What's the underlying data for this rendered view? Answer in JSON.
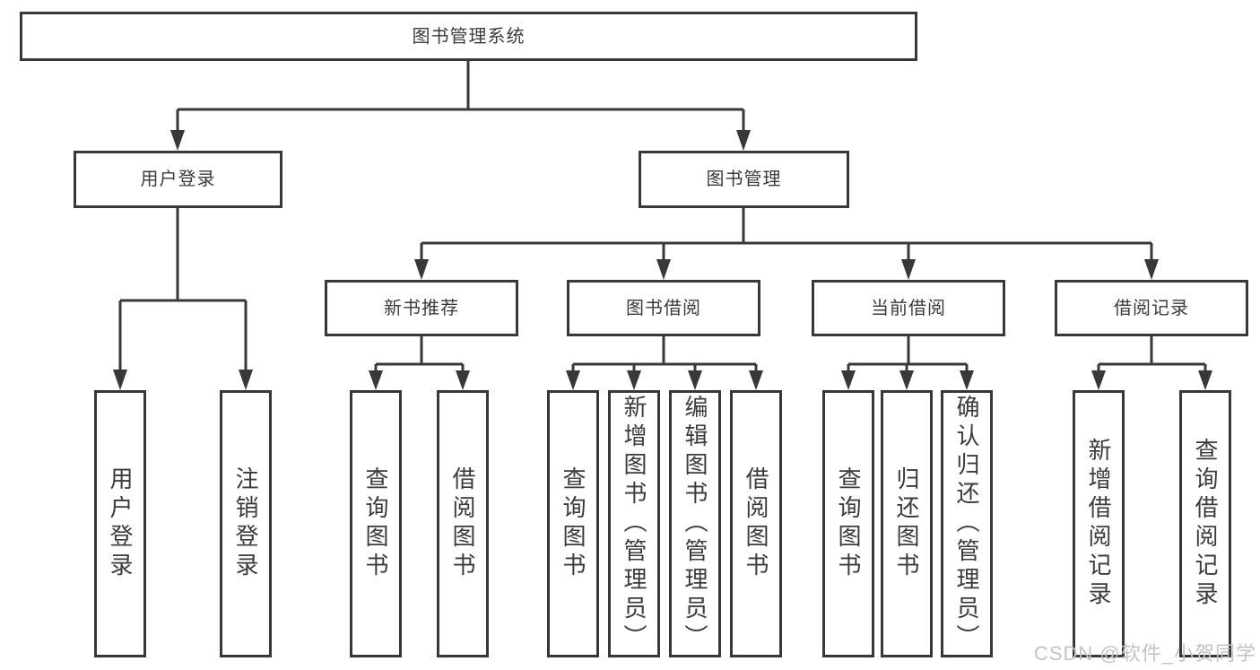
{
  "diagram": {
    "root": {
      "label": "图书管理系统"
    },
    "branches": [
      {
        "label": "用户登录",
        "children": [
          {
            "label": "用户登录"
          },
          {
            "label": "注销登录"
          }
        ]
      },
      {
        "label": "图书管理",
        "children": [
          {
            "label": "新书推荐",
            "children": [
              {
                "label": "查询图书"
              },
              {
                "label": "借阅图书"
              }
            ]
          },
          {
            "label": "图书借阅",
            "children": [
              {
                "label": "查询图书"
              },
              {
                "label": "新增图书（管理员）"
              },
              {
                "label": "编辑图书（管理员）"
              },
              {
                "label": "借阅图书"
              }
            ]
          },
          {
            "label": "当前借阅",
            "children": [
              {
                "label": "查询图书"
              },
              {
                "label": "归还图书"
              },
              {
                "label": "确认归还（管理员）"
              }
            ]
          },
          {
            "label": "借阅记录",
            "children": [
              {
                "label": "新增借阅记录"
              },
              {
                "label": "查询借阅记录"
              }
            ]
          }
        ]
      }
    ]
  },
  "watermark": {
    "text": "CSDN @软件_小贺同学"
  },
  "colors": {
    "line": "#383838",
    "text": "#3b3b3b",
    "watermark": "#c2c3c5",
    "background": "#ffffff"
  }
}
